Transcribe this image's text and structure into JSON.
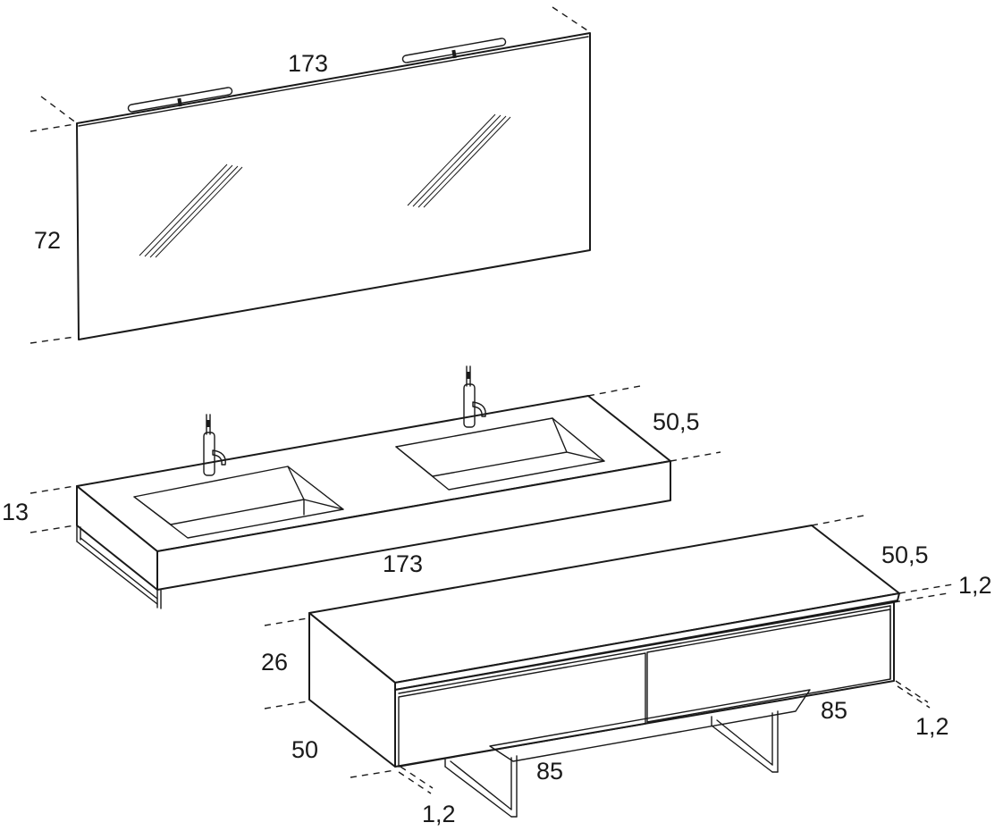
{
  "mirror": {
    "width_label": "173",
    "height_label": "72"
  },
  "countertop": {
    "depth_label": "50,5",
    "thickness_label": "13",
    "width_label": "173"
  },
  "cabinet": {
    "top_depth_label": "50,5",
    "top_thickness_label": "1,2",
    "height_label": "26",
    "depth_label": "50",
    "front_side_label": "1,2",
    "back_side_label": "1,2",
    "drawer_left_width_label": "85",
    "drawer_right_width_label": "85"
  }
}
